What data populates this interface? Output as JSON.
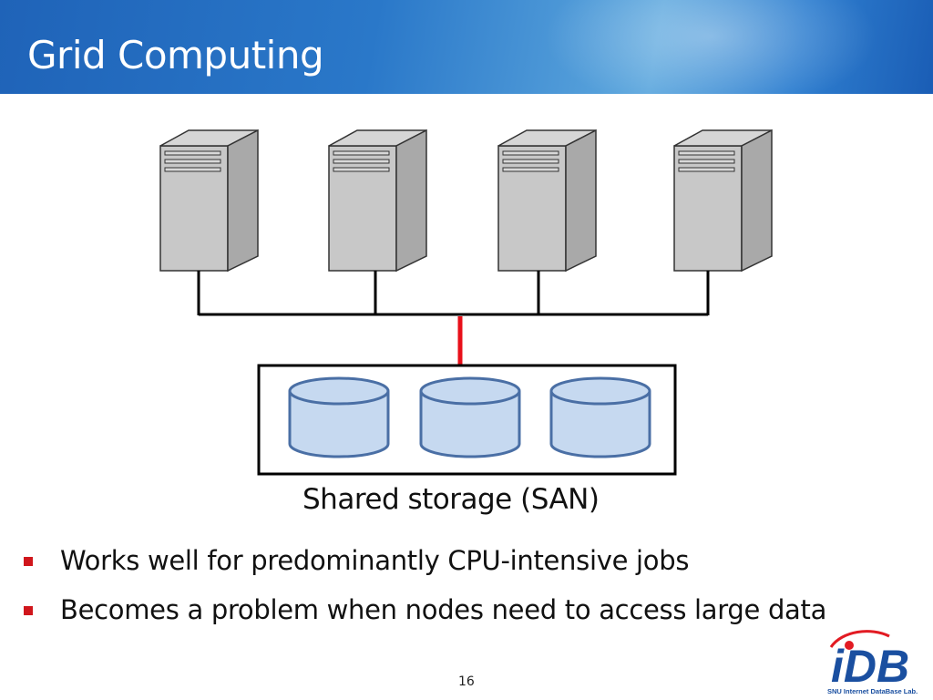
{
  "slide": {
    "title": "Grid Computing",
    "caption": "Shared storage (SAN)",
    "bullets": [
      "Works well for predominantly CPU-intensive jobs",
      "Becomes a problem when nodes need to access large data"
    ],
    "page_number": "16"
  },
  "diagram": {
    "nodes": [
      {
        "icon": "server-icon"
      },
      {
        "icon": "server-icon"
      },
      {
        "icon": "server-icon"
      },
      {
        "icon": "server-icon"
      }
    ],
    "storage_disks": [
      {
        "icon": "disk-icon"
      },
      {
        "icon": "disk-icon"
      },
      {
        "icon": "disk-icon"
      }
    ],
    "colors": {
      "server_front": "#c8c8c8",
      "server_side": "#a9a9a9",
      "disk_fill": "#c6d9f0",
      "disk_stroke": "#4a6fa5",
      "bus_line": "#000000",
      "san_link": "#e8101a"
    }
  },
  "logo": {
    "text": "iDB",
    "subtitle": "SNU Internet DataBase Lab."
  }
}
